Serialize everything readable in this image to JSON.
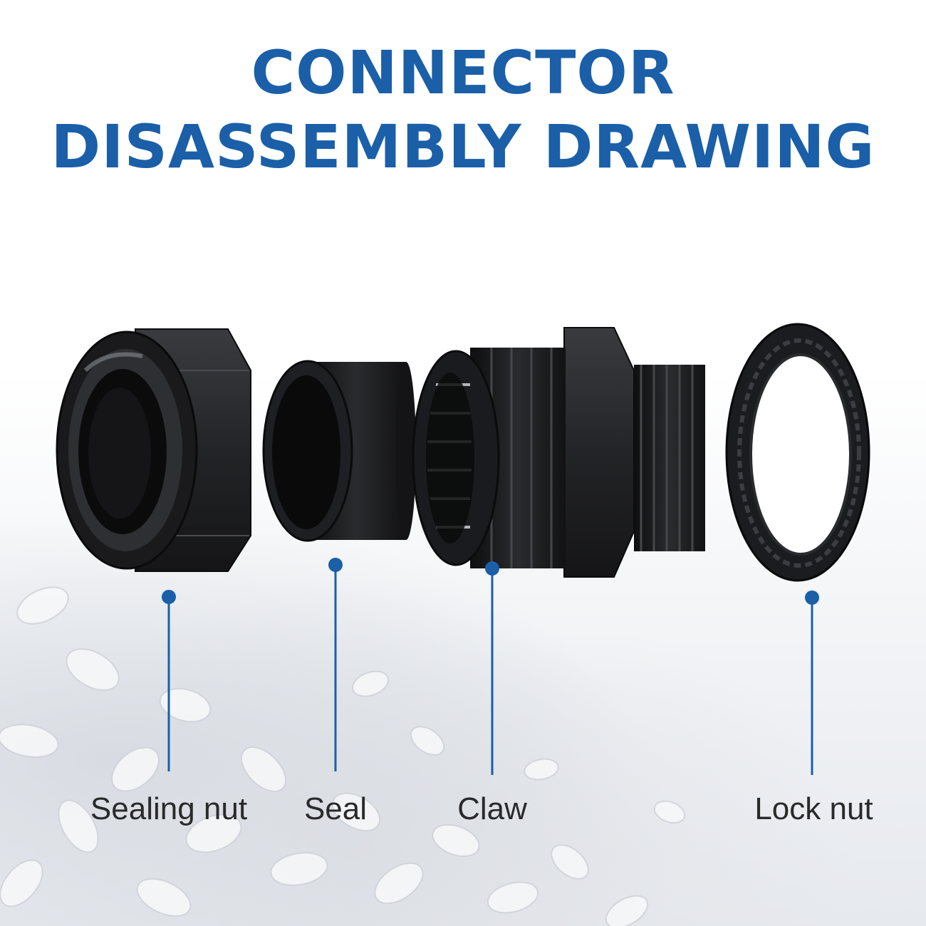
{
  "title": {
    "line1": "CONNECTOR",
    "line2": "DISASSEMBLY DRAWING"
  },
  "colors": {
    "accent": "#1a5fa8",
    "part": "#1c1c1e",
    "label_text": "#2a2a2a"
  },
  "parts": [
    {
      "label": "Sealing nut"
    },
    {
      "label": "Seal"
    },
    {
      "label": "Claw"
    },
    {
      "label": "Lock nut"
    }
  ]
}
